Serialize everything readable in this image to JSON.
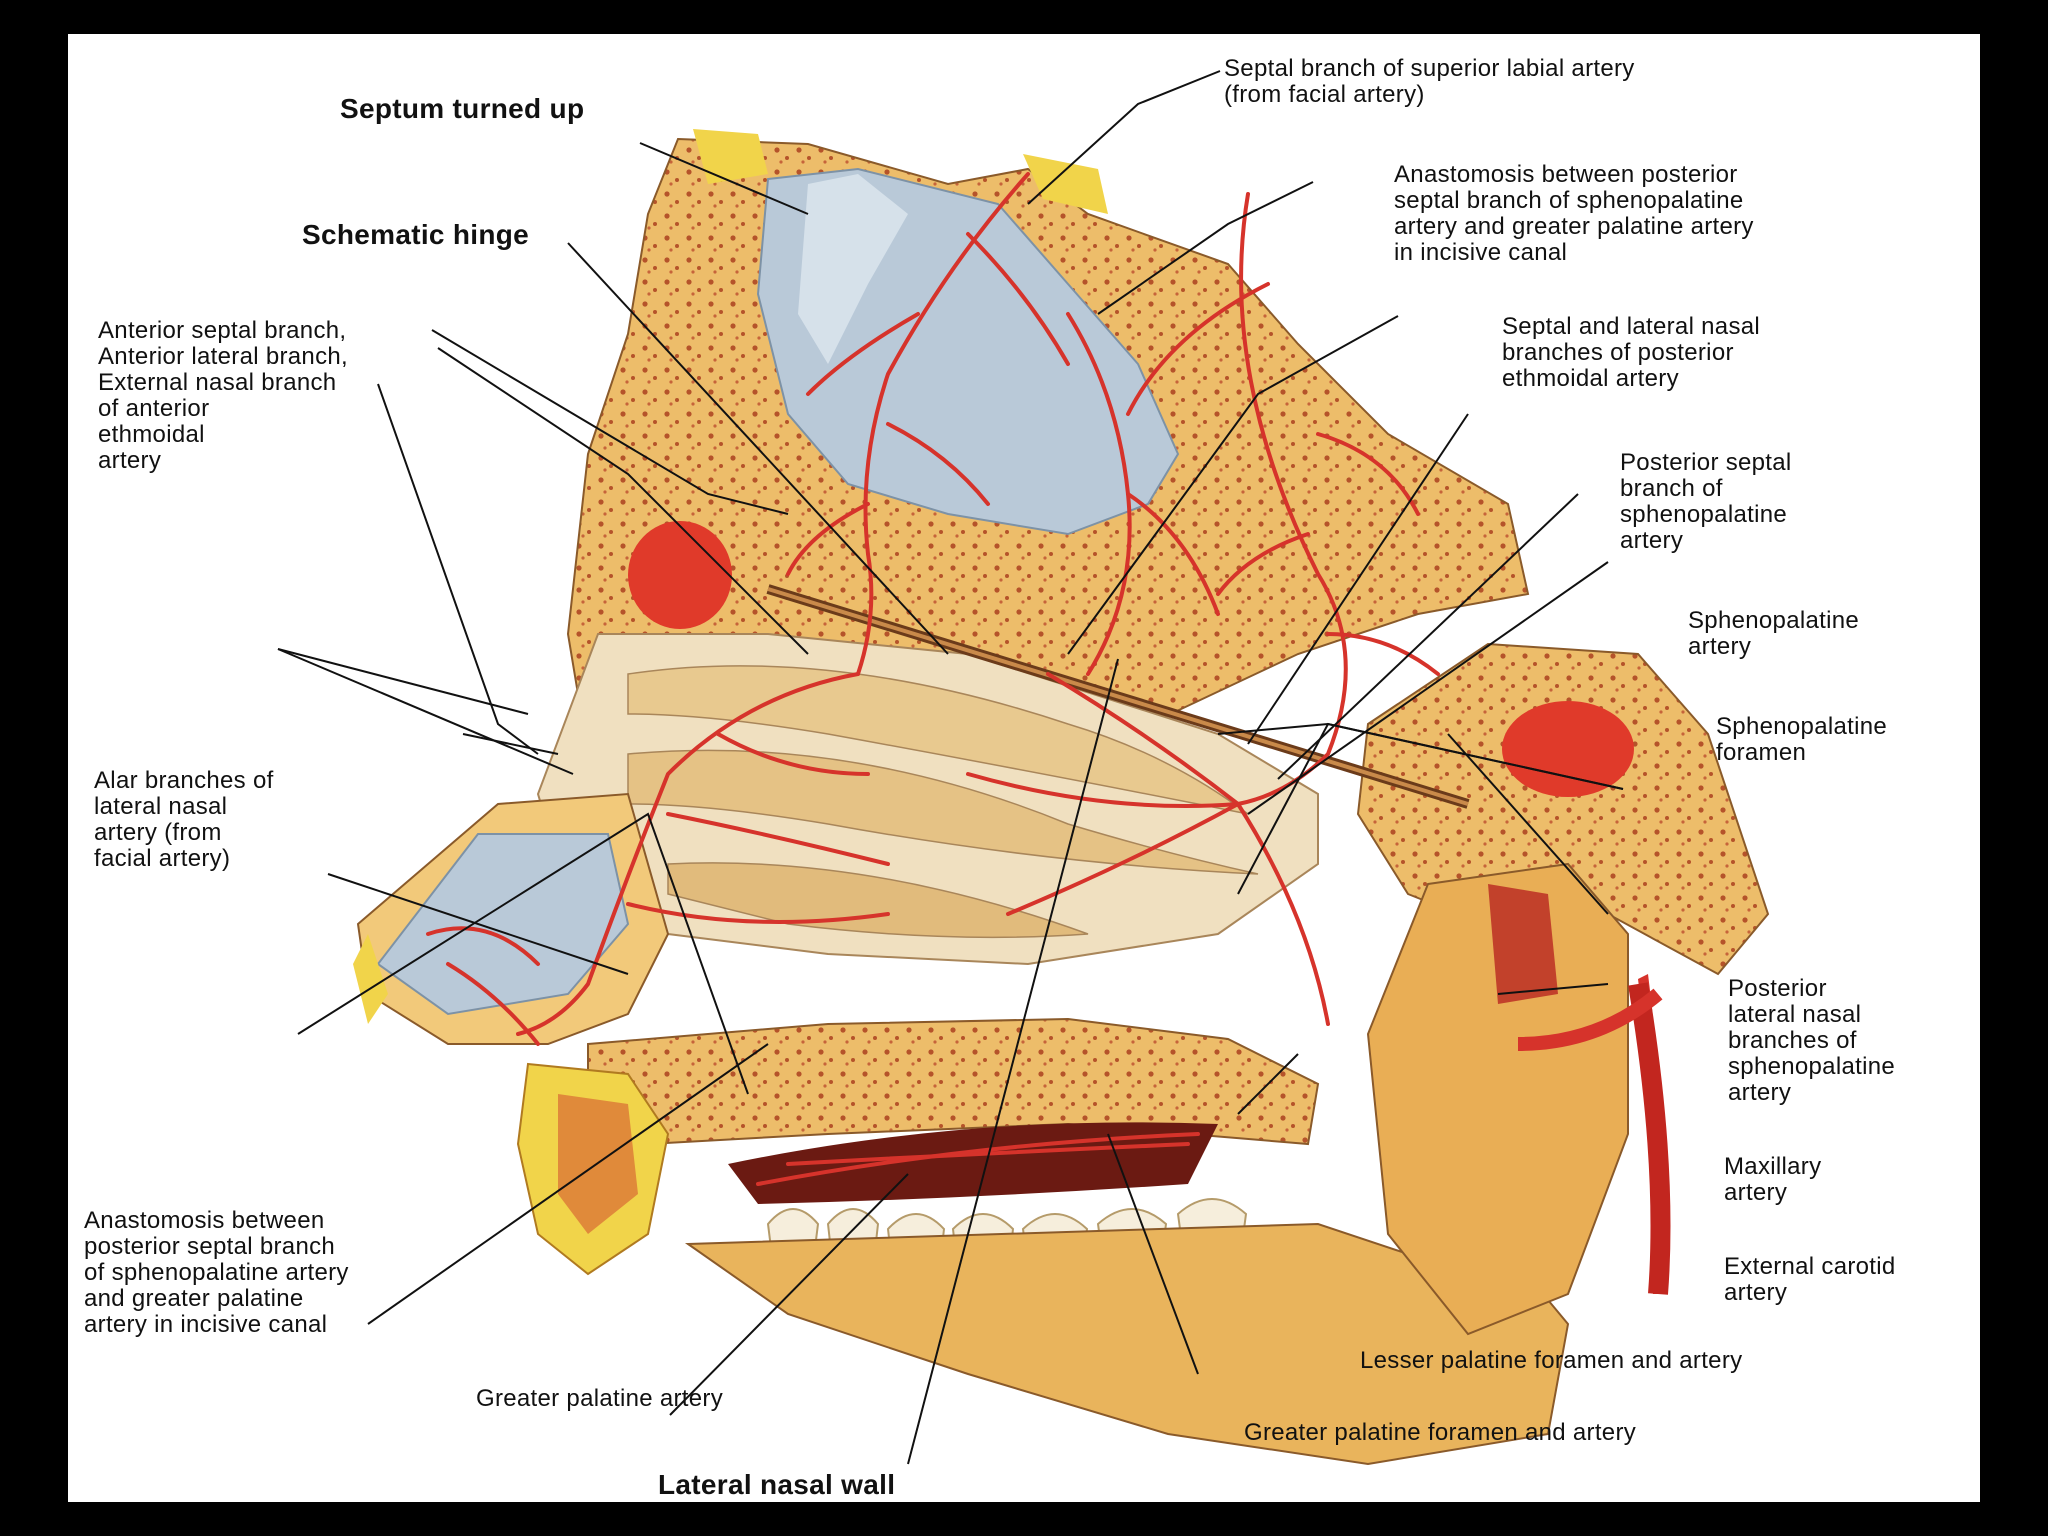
{
  "figure": {
    "background": "#000000",
    "panel_color": "#ffffff",
    "bone_color": "#e9b45c",
    "marrow_color": "#b5532a",
    "artery_color": "#d6332b",
    "septum_color": "#b9c9d8",
    "fat_color": "#f1d44a"
  },
  "labels": {
    "septum_turned_up": "Septum turned up",
    "schematic_hinge": "Schematic hinge",
    "anterior_branches": "Anterior septal branch,\nAnterior lateral branch,\nExternal nasal branch\nof anterior\nethmoidal\nartery",
    "alar_branches": "Alar branches of\nlateral nasal\nartery (from\nfacial artery)",
    "anastomosis_left": "Anastomosis between\nposterior septal branch\nof sphenopalatine artery\nand greater palatine\nartery in incisive canal",
    "greater_palatine_artery": "Greater palatine artery",
    "lateral_nasal_wall": "Lateral nasal wall",
    "septal_superior_labial": "Septal branch of superior labial artery\n(from facial artery)",
    "anastomosis_right": "Anastomosis between posterior\nseptal branch of sphenopalatine\nartery and greater palatine artery\nin incisive canal",
    "posterior_ethmoidal": "Septal and lateral nasal\nbranches of posterior\nethmoidal artery",
    "posterior_septal": "Posterior septal\nbranch of\nsphenopalatine\nartery",
    "sphenopalatine_artery": "Sphenopalatine\nartery",
    "sphenopalatine_foramen": "Sphenopalatine\nforamen",
    "posterior_lateral_nasal": "Posterior\nlateral nasal\nbranches of\nsphenopalatine\nartery",
    "maxillary_artery": "Maxillary\nartery",
    "external_carotid": "External carotid\nartery",
    "lesser_palatine": "Lesser palatine foramen and artery",
    "greater_palatine_foramen": "Greater palatine foramen and artery"
  }
}
